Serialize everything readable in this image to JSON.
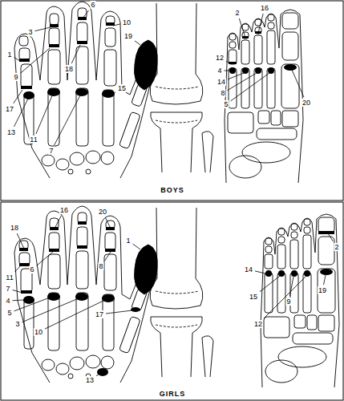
{
  "diagram": {
    "labels": [
      "3",
      "6",
      "10",
      "1",
      "9",
      "18",
      "15",
      "17",
      "13",
      "11",
      "7",
      "19",
      "2",
      "16",
      "12",
      "4",
      "14",
      "8",
      "5",
      "20",
      "BOYS",
      "18",
      "16",
      "20",
      "6",
      "8",
      "11",
      "7",
      "4",
      "5",
      "3",
      "10",
      "17",
      "13",
      "1",
      "2",
      "14",
      "15",
      "9",
      "12",
      "19",
      "GIRLS"
    ]
  }
}
